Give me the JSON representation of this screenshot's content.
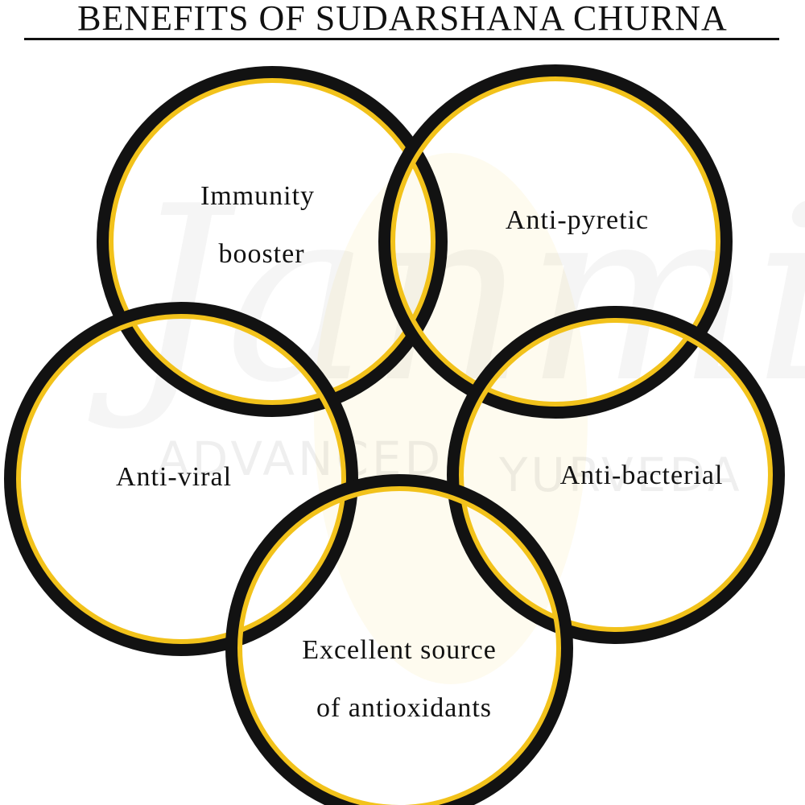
{
  "title": "BENEFITS OF SUDARSHANA CHURNA",
  "watermark": {
    "brand": "Janmi",
    "tagline_left": "ADVANCED",
    "tagline_right": "YURVEDA"
  },
  "colors": {
    "ring_outer": "#121212",
    "ring_inner": "#F2C21B",
    "text": "#111111",
    "background": "#FFFFFF"
  },
  "benefits": [
    {
      "id": "immunity",
      "lines": [
        "Immunity",
        "booster"
      ]
    },
    {
      "id": "anti-pyretic",
      "lines": [
        "Anti-pyretic"
      ]
    },
    {
      "id": "anti-viral",
      "lines": [
        "Anti-viral"
      ]
    },
    {
      "id": "anti-bacterial",
      "lines": [
        "Anti-bacterial"
      ]
    },
    {
      "id": "antioxidants",
      "lines": [
        "Excellent source",
        "of antioxidants"
      ]
    }
  ]
}
